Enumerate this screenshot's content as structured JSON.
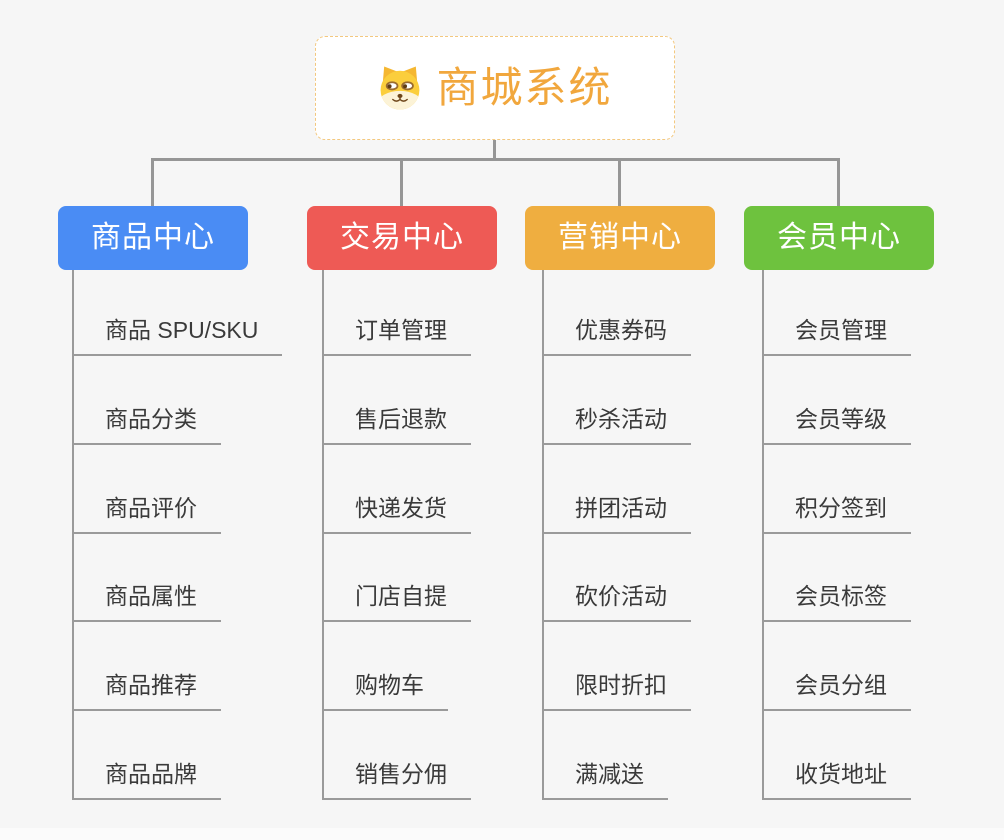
{
  "root": {
    "title": "商城系统",
    "icon": "doge-icon"
  },
  "branches": [
    {
      "label": "商品中心",
      "color": "#4a8cf4",
      "items": [
        "商品 SPU/SKU",
        "商品分类",
        "商品评价",
        "商品属性",
        "商品推荐",
        "商品品牌"
      ]
    },
    {
      "label": "交易中心",
      "color": "#ee5a55",
      "items": [
        "订单管理",
        "售后退款",
        "快递发货",
        "门店自提",
        "购物车",
        "销售分佣"
      ]
    },
    {
      "label": "营销中心",
      "color": "#efae40",
      "items": [
        "优惠券码",
        "秒杀活动",
        "拼团活动",
        "砍价活动",
        "限时折扣",
        "满减送"
      ]
    },
    {
      "label": "会员中心",
      "color": "#6ec23e",
      "items": [
        "会员管理",
        "会员等级",
        "积分签到",
        "会员标签",
        "会员分组",
        "收货地址"
      ]
    }
  ],
  "colors": {
    "background": "#f6f6f6",
    "root_text": "#f1a73d",
    "root_border": "#f3c87f",
    "connector_line": "#969696",
    "leaf_line": "#9a9a9a",
    "leaf_text": "#3a3a3a"
  }
}
